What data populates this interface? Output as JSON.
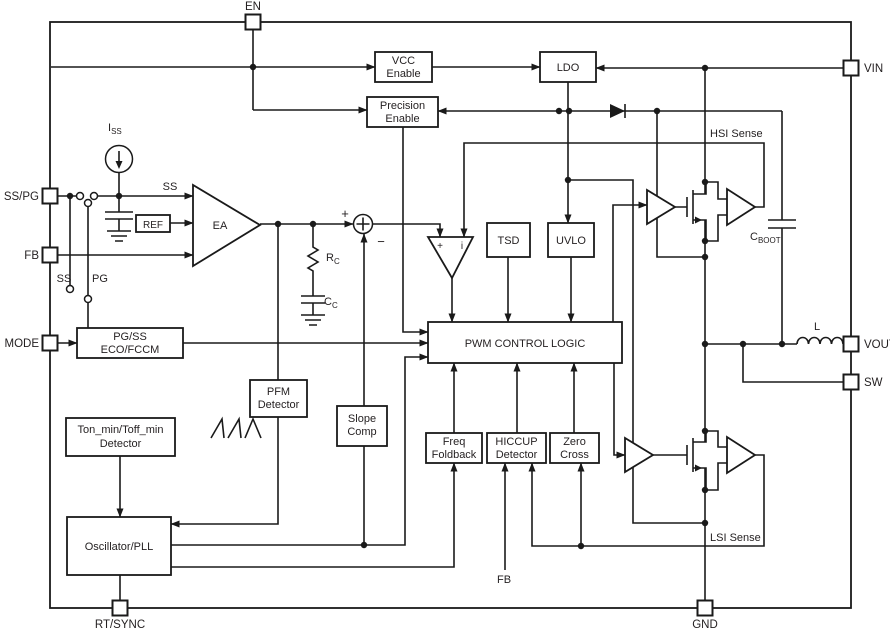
{
  "colors": {
    "line": "#1a1a1a",
    "text": "#231f20",
    "background": "#ffffff"
  },
  "pins": {
    "en": "EN",
    "vin": "VIN",
    "vout": "VOUT",
    "sw": "SW",
    "gnd": "GND",
    "rt": "RT/SYNC",
    "sspg": "SS/PG",
    "fb": "FB",
    "mode": "MODE"
  },
  "blocks": {
    "vcc": {
      "l1": "VCC",
      "l2": "Enable"
    },
    "prec": {
      "l1": "Precision",
      "l2": "Enable"
    },
    "ldo": {
      "l1": "LDO"
    },
    "ref": {
      "l1": "REF"
    },
    "ea": {
      "l1": "EA"
    },
    "tsd": {
      "l1": "TSD"
    },
    "uvlo": {
      "l1": "UVLO"
    },
    "pwm": {
      "l1": "PWM CONTROL LOGIC"
    },
    "pgss": {
      "l1": "PG/SS",
      "l2": "ECO/FCCM"
    },
    "pfm": {
      "l1": "PFM",
      "l2": "Detector"
    },
    "slope": {
      "l1": "Slope",
      "l2": "Comp"
    },
    "ton": {
      "l1": "Ton_min/Toff_min",
      "l2": "Detector"
    },
    "osc": {
      "l1": "Oscillator/PLL"
    },
    "freq": {
      "l1": "Freq",
      "l2": "Foldback"
    },
    "hiccup": {
      "l1": "HICCUP",
      "l2": "Detector"
    },
    "zero": {
      "l1": "Zero",
      "l2": "Cross"
    }
  },
  "labels": {
    "iss": {
      "main": "I",
      "sub": "SS"
    },
    "ss_wire": "SS",
    "ss_switch": "SS",
    "pg_switch": "PG",
    "rc": {
      "main": "R",
      "sub": "C"
    },
    "cc": {
      "main": "C",
      "sub": "C"
    },
    "cboot": {
      "main": "C",
      "sub": "BOOT"
    },
    "hsi": "HSI Sense",
    "lsi": "LSI Sense",
    "fb_sense": "FB",
    "inductor": "L",
    "sum_plus": "+",
    "sum_minus": "−",
    "cmp_plus": "+",
    "cmp_right": "i"
  }
}
